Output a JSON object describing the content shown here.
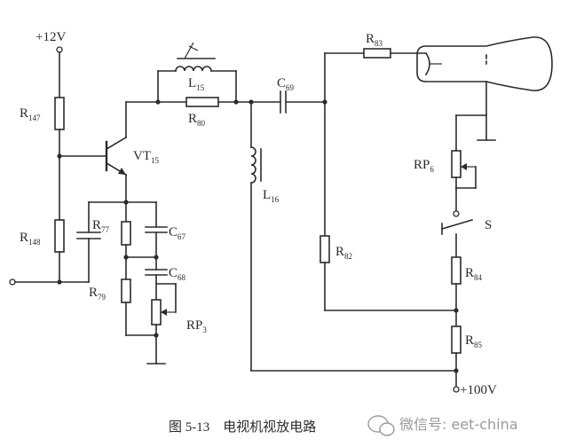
{
  "labels": {
    "supply_pos12": "+12V",
    "supply_pos100": "+100V",
    "vt15": {
      "main": "VT",
      "sub": "15"
    },
    "r147": {
      "main": "R",
      "sub": "147"
    },
    "r148": {
      "main": "R",
      "sub": "148"
    },
    "r77": {
      "main": "R",
      "sub": "77"
    },
    "r79": {
      "main": "R",
      "sub": "79"
    },
    "r80": {
      "main": "R",
      "sub": "80"
    },
    "r82": {
      "main": "R",
      "sub": "82"
    },
    "r83": {
      "main": "R",
      "sub": "83"
    },
    "r84": {
      "main": "R",
      "sub": "84"
    },
    "r85": {
      "main": "R",
      "sub": "85"
    },
    "c67": {
      "main": "C",
      "sub": "67"
    },
    "c68": {
      "main": "C",
      "sub": "68"
    },
    "c69": {
      "main": "C",
      "sub": "69"
    },
    "l15": {
      "main": "L",
      "sub": "15"
    },
    "l16": {
      "main": "L",
      "sub": "16"
    },
    "rp3": {
      "main": "RP",
      "sub": "3"
    },
    "rp6": {
      "main": "RP",
      "sub": "6"
    },
    "switch": "S"
  },
  "caption": "图 5-13　电视机视放电路",
  "watermark": "微信号: eet-china"
}
